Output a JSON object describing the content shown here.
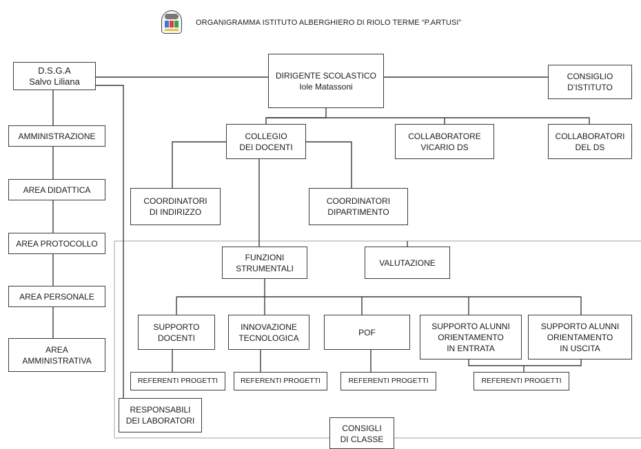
{
  "header": {
    "title": "ORGANIGRAMMA ISTITUTO ALBERGHIERO DI RIOLO TERME “P.ARTUSI”"
  },
  "nodes": {
    "dsga": "D.S.G.A\nSalvo Liliana",
    "dirigente": "DIRIGENTE SCOLASTICO\nIole Matassoni",
    "consiglio_istituto": "CONSIGLIO\nD’ISTITUTO",
    "amministrazione": "AMMINISTRAZIONE",
    "area_didattica": "AREA DIDATTICA",
    "area_protocollo": "AREA PROTOCOLLO",
    "area_personale": "AREA PERSONALE",
    "area_amministrativa": "AREA\nAMMINISTRATIVA",
    "collegio": "COLLEGIO\nDEI DOCENTI",
    "collaboratore_vicario": "COLLABORATORE\nVICARIO DS",
    "collaboratori_ds": "COLLABORATORI\nDEL DS",
    "coord_indirizzo": "COORDINATORI\nDI INDIRIZZO",
    "coord_dipartimento": "COORDINATORI\nDIPARTIMENTO",
    "funzioni": "FUNZIONI\nSTRUMENTALI",
    "valutazione": "VALUTAZIONE",
    "supporto_docenti": "SUPPORTO\nDOCENTI",
    "innovazione": "INNOVAZIONE\nTECNOLOGICA",
    "pof": "POF",
    "supporto_entrata": "SUPPORTO ALUNNI\nORIENTAMENTO\nIN ENTRATA",
    "supporto_uscita": "SUPPORTO ALUNNI\nORIENTAMENTO\nIN USCITA",
    "ref1": "REFERENTI PROGETTI",
    "ref2": "REFERENTI PROGETTI",
    "ref3": "REFERENTI PROGETTI",
    "ref4": "REFERENTI PROGETTI",
    "responsabili": "RESPONSABILI\nDEI LABORATORI",
    "consigli_classe": "CONSIGLI\nDI CLASSE"
  },
  "colors": {
    "line": "#3a3a3a",
    "frame": "#b5b5b5",
    "text": "#1a1a1a"
  }
}
